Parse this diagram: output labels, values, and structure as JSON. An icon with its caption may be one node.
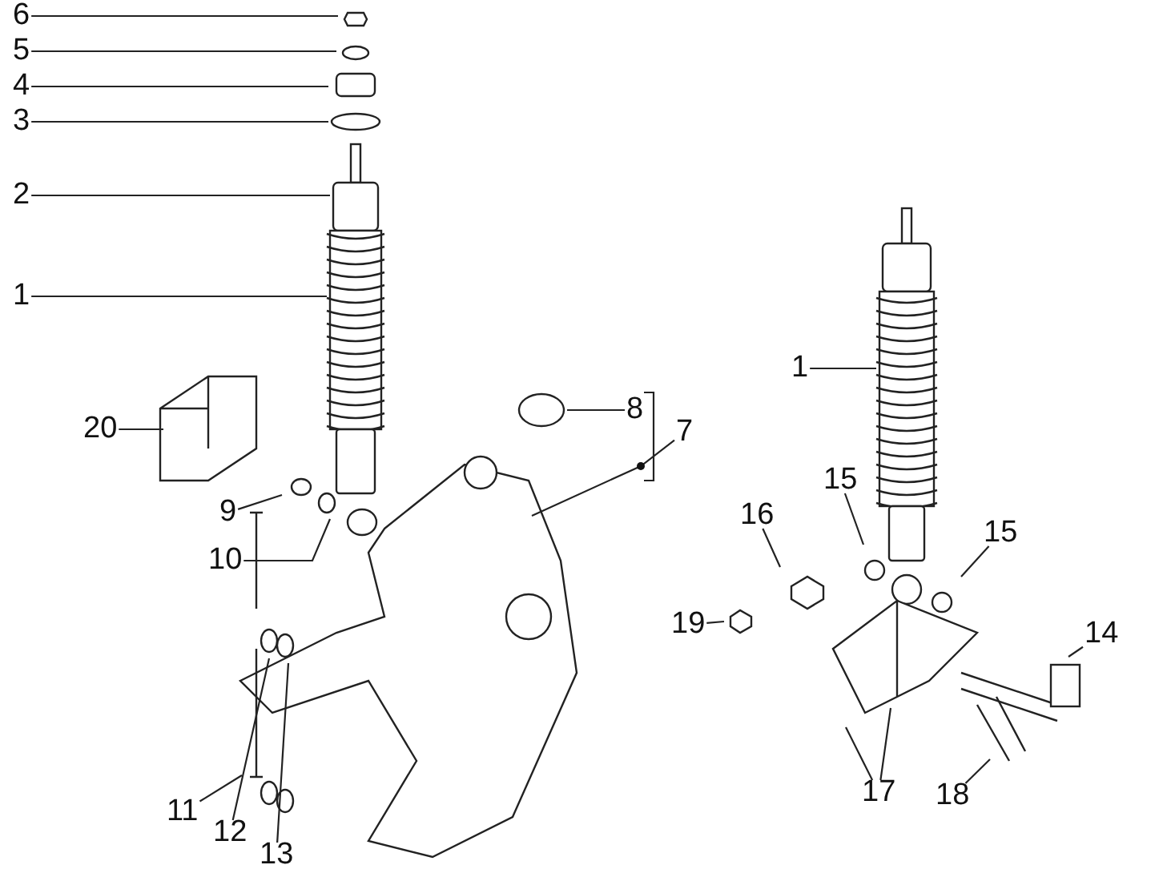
{
  "diagram": {
    "nodes": [
      {
        "text": [
          "6"
        ]
      },
      {
        "text": [
          "5"
        ]
      },
      {
        "text": [
          "4"
        ]
      },
      {
        "text": [
          "3"
        ]
      },
      {
        "text": [
          "2"
        ]
      },
      {
        "text": [
          "1"
        ]
      },
      {
        "text": [
          "1"
        ]
      },
      {
        "text": [
          "8"
        ]
      },
      {
        "text": [
          "7"
        ]
      },
      {
        "text": [
          "20"
        ]
      },
      {
        "text": [
          "15"
        ]
      },
      {
        "text": [
          "16"
        ]
      },
      {
        "text": [
          "15"
        ]
      },
      {
        "text": [
          "9"
        ]
      },
      {
        "text": [
          "10"
        ]
      },
      {
        "text": [
          "19"
        ]
      },
      {
        "text": [
          "14"
        ]
      },
      {
        "text": [
          "17"
        ]
      },
      {
        "text": [
          "11"
        ]
      },
      {
        "text": [
          "18"
        ]
      },
      {
        "text": [
          "12"
        ]
      },
      {
        "text": [
          "13"
        ]
      }
    ],
    "edges": [
      {
        "from": 0,
        "to": null,
        "arrow": "none"
      },
      {
        "from": 1,
        "to": null,
        "arrow": "none"
      },
      {
        "from": 2,
        "to": null,
        "arrow": "none"
      },
      {
        "from": 3,
        "to": null,
        "arrow": "none"
      },
      {
        "from": 4,
        "to": null,
        "arrow": "none"
      },
      {
        "from": 5,
        "to": null,
        "arrow": "none"
      },
      {
        "from": 6,
        "to": null,
        "arrow": "none"
      },
      {
        "from": 7,
        "to": null,
        "arrow": "none"
      },
      {
        "from": 8,
        "to": null,
        "arrow": "none"
      },
      {
        "from": 9,
        "to": null,
        "arrow": "none"
      },
      {
        "from": 10,
        "to": null,
        "arrow": "none"
      },
      {
        "from": 11,
        "to": null,
        "arrow": "none"
      },
      {
        "from": 12,
        "to": null,
        "arrow": "none"
      },
      {
        "from": 13,
        "to": null,
        "arrow": "none"
      },
      {
        "from": 14,
        "to": null,
        "arrow": "none"
      },
      {
        "from": 15,
        "to": null,
        "arrow": "none"
      },
      {
        "from": 16,
        "to": null,
        "arrow": "none"
      },
      {
        "from": 17,
        "to": null,
        "arrow": "none"
      },
      {
        "from": 17,
        "to": null,
        "arrow": "none"
      },
      {
        "from": 18,
        "to": null,
        "arrow": "none"
      },
      {
        "from": 19,
        "to": null,
        "arrow": "none"
      },
      {
        "from": 20,
        "to": null,
        "arrow": "none"
      },
      {
        "from": 21,
        "to": null,
        "arrow": "none"
      }
    ]
  }
}
